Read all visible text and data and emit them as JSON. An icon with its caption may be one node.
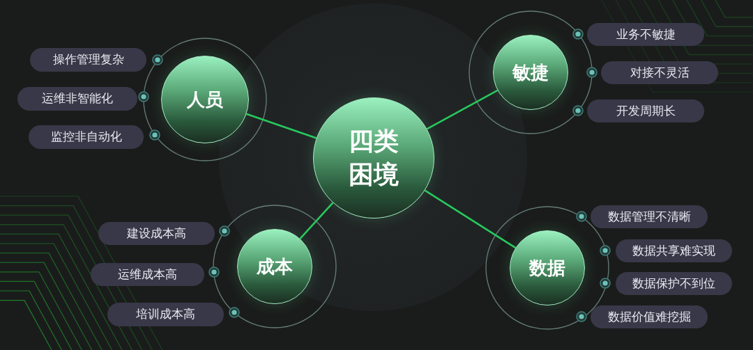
{
  "diagram": {
    "nodes": [
      {
        "text": [
          "四类困境"
        ]
      },
      {
        "text": [
          "人员"
        ]
      },
      {
        "text": [
          "操作管理复杂"
        ]
      },
      {
        "text": [
          "运维非智能化"
        ]
      },
      {
        "text": [
          "监控非自动化"
        ]
      },
      {
        "text": [
          "敏捷"
        ]
      },
      {
        "text": [
          "业务不敏捷"
        ]
      },
      {
        "text": [
          "对接不灵活"
        ]
      },
      {
        "text": [
          "开发周期长"
        ]
      },
      {
        "text": [
          "成本"
        ]
      },
      {
        "text": [
          "建设成本高"
        ]
      },
      {
        "text": [
          "运维成本高"
        ]
      },
      {
        "text": [
          "培训成本高"
        ]
      },
      {
        "text": [
          "数据"
        ]
      },
      {
        "text": [
          "数据管理不清晰"
        ]
      },
      {
        "text": [
          "数据共享难实现"
        ]
      },
      {
        "text": [
          "数据保护不到位"
        ]
      },
      {
        "text": [
          "数据价值难挖掘"
        ]
      }
    ],
    "edges": [
      {
        "from": 0,
        "to": 1,
        "arrow": "none"
      },
      {
        "from": 0,
        "to": 5,
        "arrow": "none"
      },
      {
        "from": 0,
        "to": 9,
        "arrow": "none"
      },
      {
        "from": 0,
        "to": 13,
        "arrow": "none"
      }
    ]
  }
}
